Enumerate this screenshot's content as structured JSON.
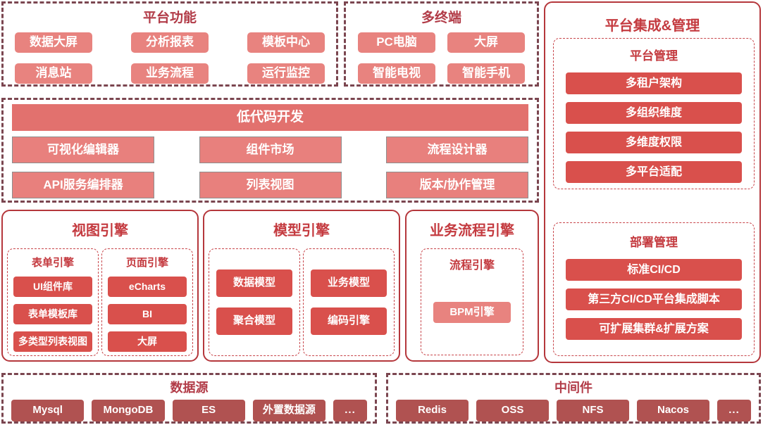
{
  "palette": {
    "salmon": "#E8837F",
    "salmon_header": "#E2716E",
    "low_code_button_fill": "#E8807D",
    "red_button": "#D9504C",
    "brick_button": "#B05251",
    "outer_dashed_border": "#7B4650",
    "solid_panel_border": "#B5373C",
    "inner_dashed_border": "#C8464B",
    "title_maroon": "#B23C48",
    "title_red": "#C43A3F"
  },
  "platform_features": {
    "title": "平台功能",
    "buttons": [
      "数据大屏",
      "分析报表",
      "模板中心",
      "消息站",
      "业务流程",
      "运行监控"
    ]
  },
  "multi_terminal": {
    "title": "多终端",
    "buttons": [
      "PC电脑",
      "大屏",
      "智能电视",
      "智能手机"
    ]
  },
  "integration": {
    "title": "平台集成&管理",
    "platform_mgmt": {
      "title": "平台管理",
      "buttons": [
        "多租户架构",
        "多组织维度",
        "多维度权限",
        "多平台适配"
      ]
    },
    "deploy_mgmt": {
      "title": "部署管理",
      "buttons": [
        "标准CI/CD",
        "第三方CI/CD平台集成脚本",
        "可扩展集群&扩展方案"
      ]
    }
  },
  "low_code": {
    "title": "低代码开发",
    "buttons": [
      "可视化编辑器",
      "组件市场",
      "流程设计器",
      "API服务编排器",
      "列表视图",
      "版本/协作管理"
    ]
  },
  "view_engine": {
    "title": "视图引擎",
    "form_engine": {
      "title": "表单引擎",
      "buttons": [
        "UI组件库",
        "表单模板库",
        "多类型列表视图"
      ]
    },
    "page_engine": {
      "title": "页面引擎",
      "buttons": [
        "eCharts",
        "BI",
        "大屏"
      ]
    }
  },
  "model_engine": {
    "title": "模型引擎",
    "left_buttons": [
      "数据模型",
      "聚合模型"
    ],
    "right_buttons": [
      "业务模型",
      "编码引擎"
    ]
  },
  "process_engine": {
    "title": "业务流程引擎",
    "flow_engine": {
      "title": "流程引擎",
      "buttons": [
        "BPM引擎"
      ]
    }
  },
  "data_sources": {
    "title": "数据源",
    "buttons": [
      "Mysql",
      "MongoDB",
      "ES",
      "外置数据源",
      "..."
    ]
  },
  "middleware": {
    "title": "中间件",
    "buttons": [
      "Redis",
      "OSS",
      "NFS",
      "Nacos",
      "..."
    ]
  }
}
